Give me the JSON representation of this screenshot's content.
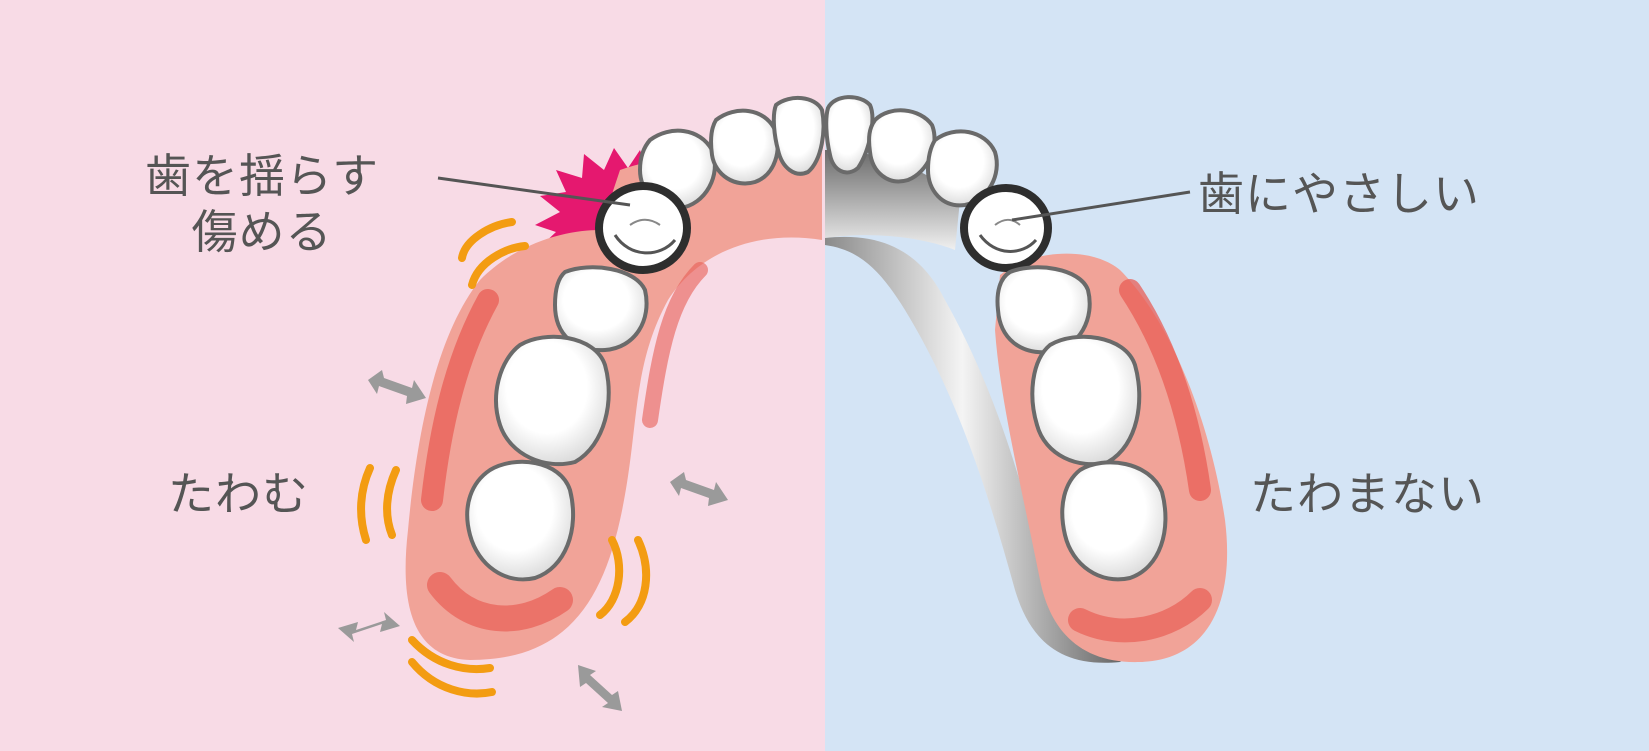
{
  "colors": {
    "left_background": "#f8dbe6",
    "right_background": "#d4e4f5",
    "gum_base": "#f1a398",
    "gum_highlight": "#e85e55",
    "tooth_outline": "#6a6a6a",
    "vibration_arcs": "#f39c12",
    "arrows": "#9a9a9a",
    "damage_burst": "#e5186f",
    "leader_line": "#555555",
    "metal_frame_dark": "#5e5e5e",
    "metal_frame_light": "#f4f4f4"
  },
  "labels": {
    "shake_line1": "歯を揺らす",
    "shake_line2": "傷める",
    "flexes": "たわむ",
    "gentle": "歯にやさしい",
    "no_flex": "たわまない"
  },
  "icons": {
    "damage": "spiky-burst-icon",
    "movement": "double-arrow-icon",
    "vibration": "vibration-arcs-icon"
  }
}
